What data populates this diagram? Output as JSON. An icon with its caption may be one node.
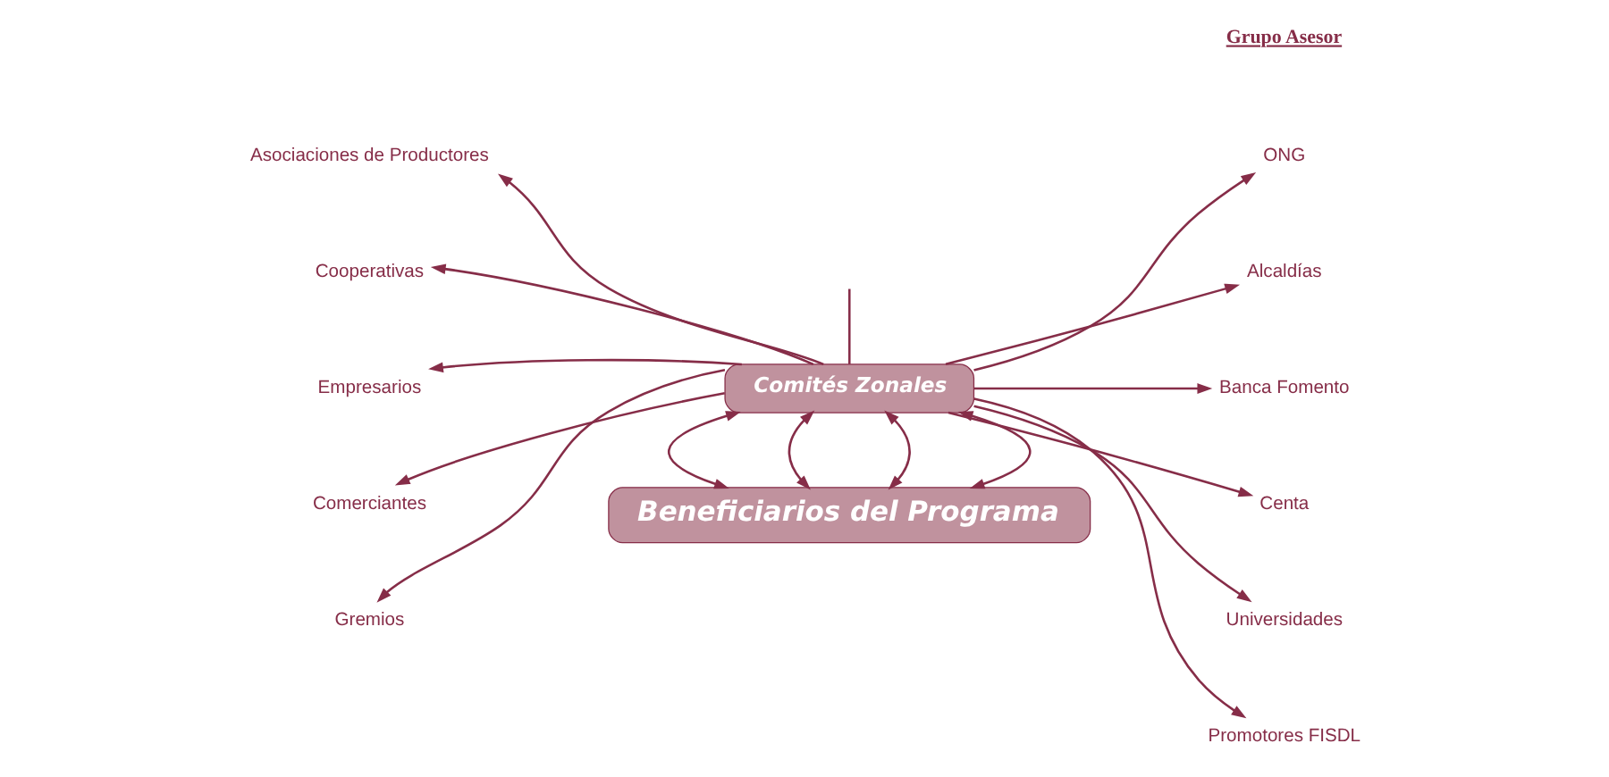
{
  "diagram": {
    "nodes": [
      {
        "text": [
          "Comités Zonales"
        ]
      },
      {
        "text": [
          "Beneficiarios del Programa"
        ]
      },
      {
        "text": [
          "Asociaciones de Productores"
        ]
      },
      {
        "text": [
          "Cooperativas"
        ]
      },
      {
        "text": [
          "Empresarios"
        ]
      },
      {
        "text": [
          "Comerciantes"
        ]
      },
      {
        "text": [
          "Gremios"
        ]
      },
      {
        "text": [
          "ONG"
        ]
      },
      {
        "text": [
          "Alcaldías"
        ]
      },
      {
        "text": [
          "Banca Fomento"
        ]
      },
      {
        "text": [
          "Centa"
        ]
      },
      {
        "text": [
          "Universidades"
        ]
      },
      {
        "text": [
          "Promotores FISDL"
        ]
      }
    ],
    "edges": [
      {
        "from": null,
        "to": 0,
        "arrow": "none"
      },
      {
        "from": 0,
        "to": 2,
        "arrow": "to"
      },
      {
        "from": 0,
        "to": 3,
        "arrow": "to"
      },
      {
        "from": 0,
        "to": 4,
        "arrow": "to"
      },
      {
        "from": 0,
        "to": 5,
        "arrow": "to"
      },
      {
        "from": 0,
        "to": 6,
        "arrow": "to"
      },
      {
        "from": 0,
        "to": 7,
        "arrow": "to"
      },
      {
        "from": 0,
        "to": 8,
        "arrow": "to"
      },
      {
        "from": 0,
        "to": 9,
        "arrow": "to"
      },
      {
        "from": 0,
        "to": 10,
        "arrow": "to"
      },
      {
        "from": 0,
        "to": 11,
        "arrow": "to"
      },
      {
        "from": 0,
        "to": 12,
        "arrow": "to"
      },
      {
        "from": 0,
        "to": 1,
        "arrow": "both"
      },
      {
        "from": 0,
        "to": 1,
        "arrow": "both"
      },
      {
        "from": 0,
        "to": 1,
        "arrow": "both"
      },
      {
        "from": 0,
        "to": 1,
        "arrow": "both"
      }
    ],
    "labels": [
      "Grupo Asesor"
    ]
  }
}
